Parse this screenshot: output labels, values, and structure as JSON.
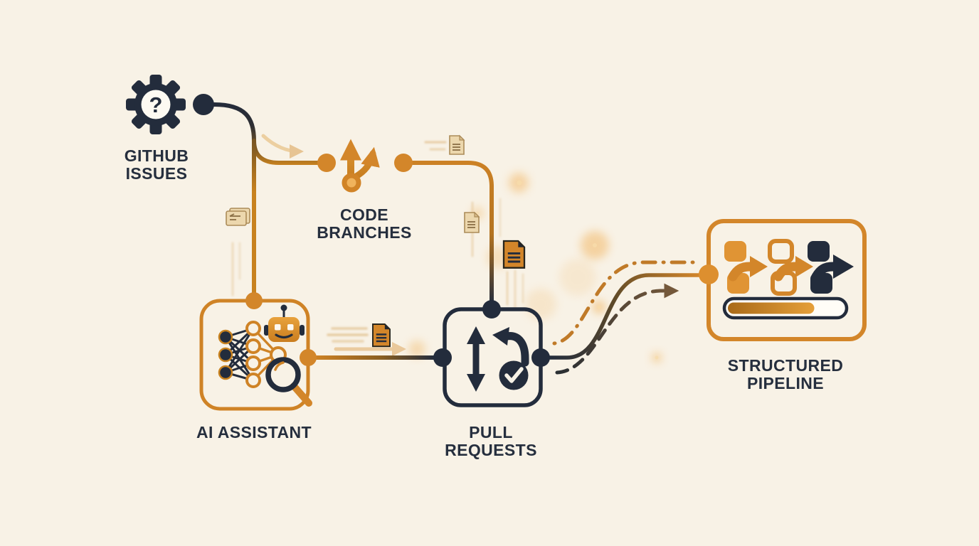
{
  "colors": {
    "background": "#f8f2e6",
    "navy": "#232c3c",
    "orange": "#d3862a",
    "orange_bright": "#e29a38",
    "orange_deep": "#b06f1c",
    "tan": "#ecd7ad",
    "tan_border": "#ab8b58",
    "text": "#262f3e"
  },
  "labels": {
    "github_issues": {
      "line1": "GITHUB",
      "line2": "ISSUES"
    },
    "code_branches": {
      "line1": "CODE",
      "line2": "BRANCHES"
    },
    "ai_assistant": {
      "line1": "AI ASSISTANT"
    },
    "pull_requests": {
      "line1": "PULL",
      "line2": "REQUESTS"
    },
    "structured_pipeline": {
      "line1": "STRUCTURED",
      "line2": "PIPELINE"
    }
  },
  "icons": {
    "question_mark": "?",
    "gear": "gear-question-icon",
    "branch": "branch-split-arrows-icon",
    "neural_network": "neural-network-icon",
    "robot": "robot-head-icon",
    "magnifier": "magnifying-glass-icon",
    "pull_request": "up-down-sync-arrows-icon",
    "check": "checkmark-badge-icon",
    "document": "document-icon",
    "pipeline_stages": "pipeline-stage-arrows-icon",
    "progress": "progress-bar"
  },
  "diagram": {
    "type": "flowchart",
    "nodes": [
      {
        "id": "github-issues",
        "label": "GITHUB ISSUES"
      },
      {
        "id": "code-branches",
        "label": "CODE BRANCHES"
      },
      {
        "id": "ai-assistant",
        "label": "AI ASSISTANT"
      },
      {
        "id": "pull-requests",
        "label": "PULL REQUESTS"
      },
      {
        "id": "structured-pipeline",
        "label": "STRUCTURED PIPELINE"
      }
    ],
    "edges": [
      {
        "from": "github-issues",
        "to": "code-branches",
        "style": "solid"
      },
      {
        "from": "github-issues",
        "to": "ai-assistant",
        "style": "solid"
      },
      {
        "from": "code-branches",
        "to": "pull-requests",
        "style": "solid"
      },
      {
        "from": "ai-assistant",
        "to": "pull-requests",
        "style": "solid"
      },
      {
        "from": "pull-requests",
        "to": "structured-pipeline",
        "style": "solid-and-dashed"
      }
    ]
  },
  "progress": {
    "percent": 75
  }
}
